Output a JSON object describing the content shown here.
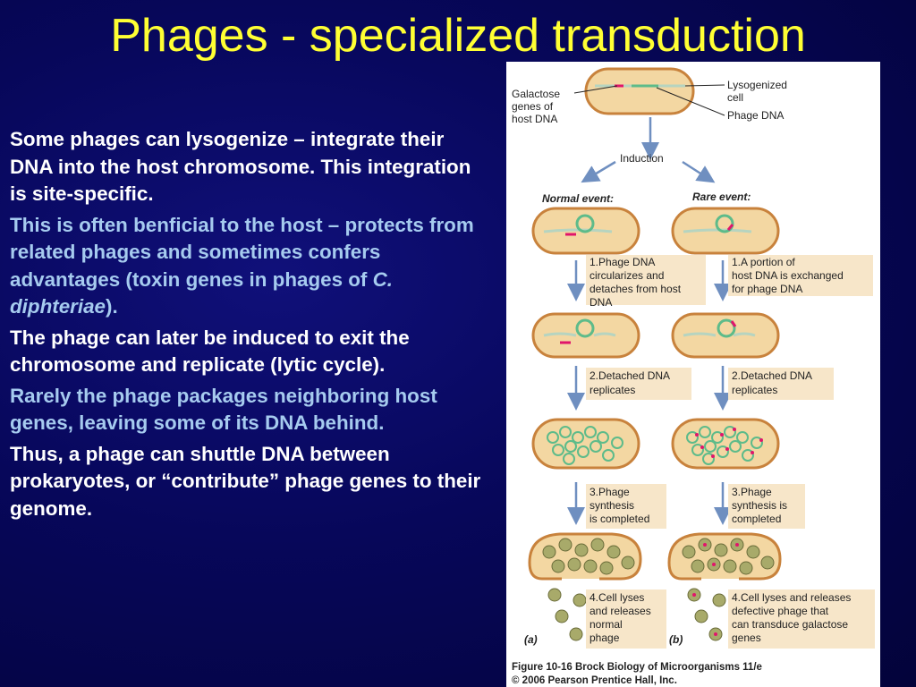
{
  "slide": {
    "title": "Phages - specialized transduction",
    "paragraphs": [
      {
        "text": "Some phages can lysogenize – integrate their DNA into the host chromosome. This integration is site-specific.",
        "color": "#ffffff"
      },
      {
        "text_before": "This is often benficial to the host – protects from related phages and sometimes confers advantages (toxin genes in phages of ",
        "italic": "C. diphteriae",
        "text_after": ").",
        "color": "#a6cbef"
      },
      {
        "text": "The phage can later be induced to exit the chromosome and replicate (lytic cycle).",
        "color": "#ffffff"
      },
      {
        "text": "Rarely the phage packages neighboring host genes, leaving some of its DNA behind.",
        "color": "#a6cbef"
      },
      {
        "text": "Thus, a phage can shuttle DNA between prokaryotes, or “contribute” phage genes to their genome.",
        "color": "#ffffff"
      }
    ]
  },
  "figure": {
    "labels": {
      "galactose_1": "Galactose",
      "galactose_2": "genes of",
      "galactose_3": "host DNA",
      "lysogenized_1": "Lysogenized",
      "lysogenized_2": "cell",
      "phage_dna": "Phage DNA",
      "induction": "Induction",
      "normal_event": "Normal event:",
      "rare_event": "Rare event:",
      "panel_a": "(a)",
      "panel_b": "(b)"
    },
    "steps_normal": [
      {
        "num": "1.",
        "lines": [
          "Phage DNA",
          "circularizes and",
          "detaches from host",
          "DNA"
        ]
      },
      {
        "num": "2.",
        "lines": [
          "Detached DNA",
          "replicates"
        ]
      },
      {
        "num": "3.",
        "lines": [
          "Phage",
          "synthesis",
          "is completed"
        ]
      },
      {
        "num": "4.",
        "lines": [
          "Cell lyses",
          "and releases",
          "normal",
          "phage"
        ]
      }
    ],
    "steps_rare": [
      {
        "num": "1.",
        "lines": [
          "A portion of",
          "host DNA is exchanged",
          "for phage DNA"
        ]
      },
      {
        "num": "2.",
        "lines": [
          "Detached DNA",
          "replicates"
        ]
      },
      {
        "num": "3.",
        "lines": [
          "Phage",
          "synthesis is",
          "completed"
        ]
      },
      {
        "num": "4.",
        "lines": [
          "Cell lyses and releases",
          "defective phage that",
          "can transduce galactose",
          "genes"
        ]
      }
    ],
    "caption_1": "Figure 10-16  Brock Biology of Microorganisms 11/e",
    "caption_2": "© 2006 Pearson Prentice Hall, Inc.",
    "colors": {
      "cell_border": "#c8823c",
      "cell_fill": "#f3d7a2",
      "host_dna": "#b6d4c0",
      "phage_dna": "#5dbb8a",
      "galactose": "#e0156b",
      "arrow": "#6f8fc0",
      "step_box": "#f7e6c9"
    }
  }
}
